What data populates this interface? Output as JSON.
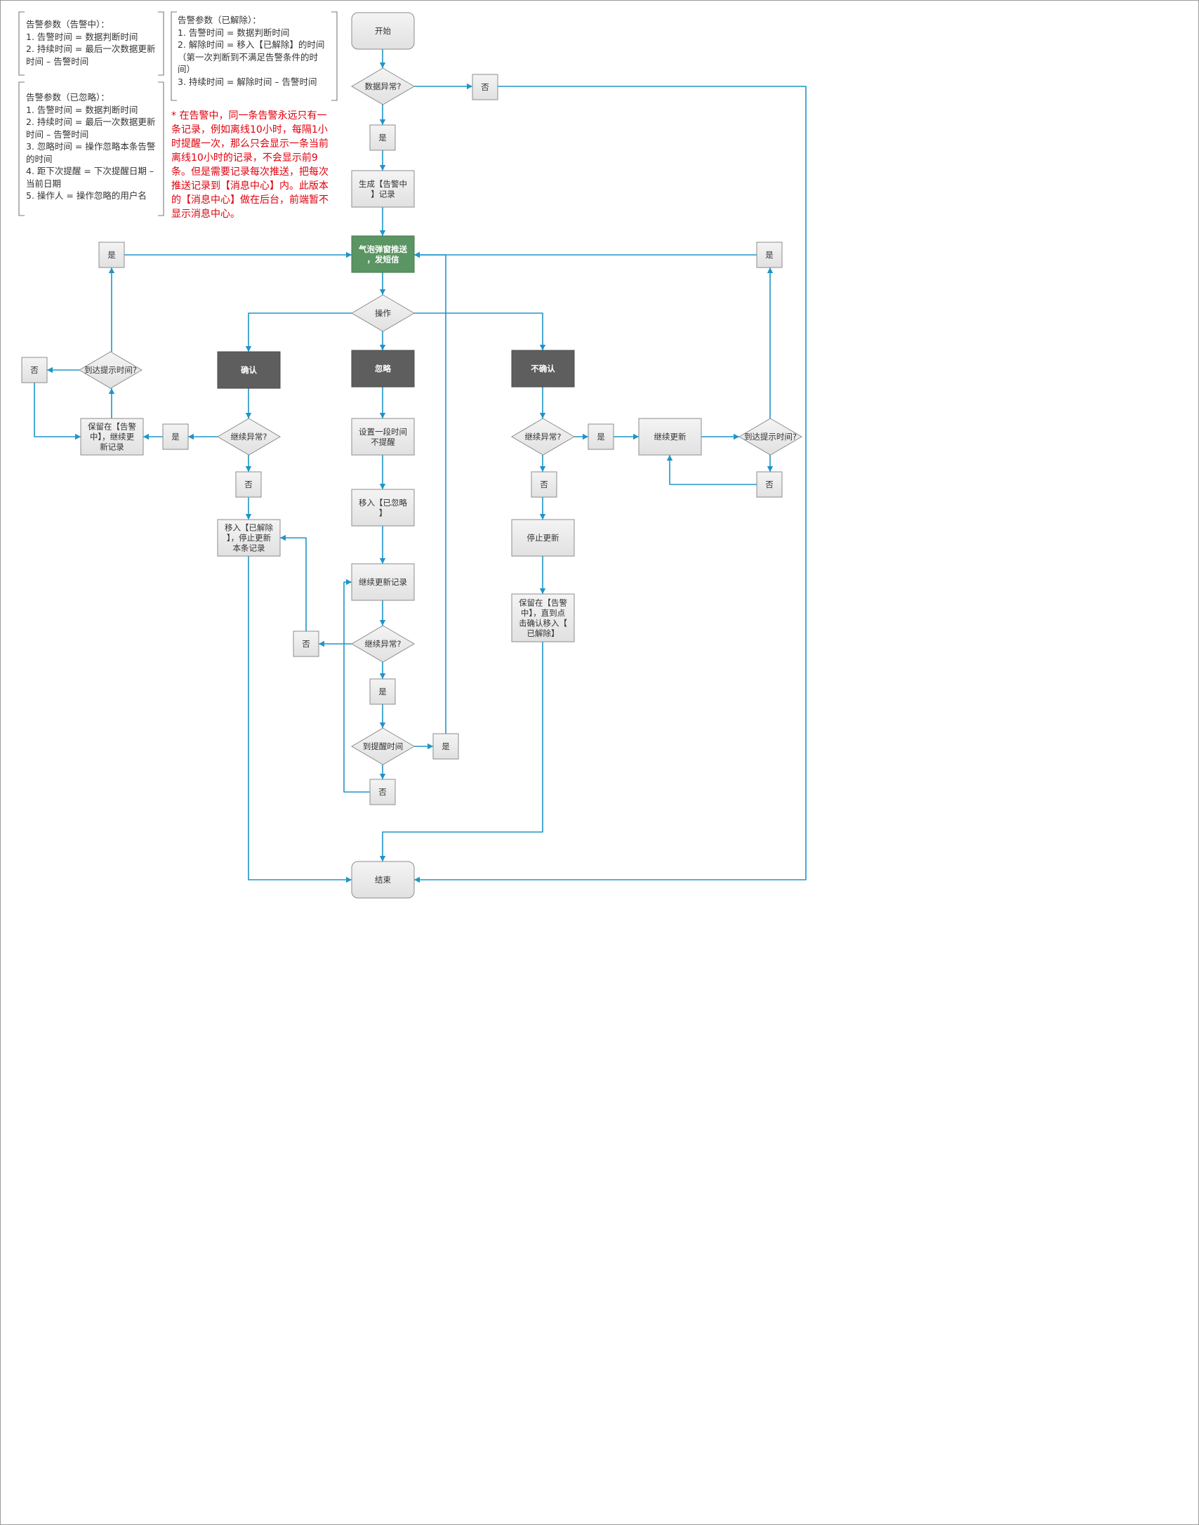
{
  "notes": {
    "alerting": "告警参数（告警中）：\n1. 告警时间 = 数据判断时间\n2. 持续时间 = 最后一次数据更新时间 – 告警时间",
    "ignored": "告警参数（已忽略）：\n1. 告警时间 = 数据判断时间\n2. 持续时间 = 最后一次数据更新时间 – 告警时间\n3. 忽略时间 = 操作忽略本条告警的时间\n4. 距下次提醒 = 下次提醒日期 – 当前日期\n5. 操作人 = 操作忽略的用户名",
    "resolved": "告警参数（已解除）：\n1. 告警时间 = 数据判断时间\n2. 解除时间 = 移入【已解除】的时间（第一次判断到不满足告警条件的时间）\n3. 持续时间 = 解除时间 – 告警时间",
    "remark": "* 在告警中，同一条告警永远只有一条记录，例如离线10小时，每隔1小时提醒一次，那么只会显示一条当前离线10小时的记录，不会显示前9条。但是需要记录每次推送，把每次推送记录到【消息中心】内。此版本的【消息中心】做在后台，前端暂不显示消息中心。"
  },
  "colors": {
    "edge": "#1e95c8",
    "box_fill": "#ececec",
    "dark_fill": "#5e5e5e",
    "green_fill": "#5a9563",
    "remark_text": "#e0000d"
  },
  "nodes": {
    "start": "开始",
    "data_abnormal": "数据异常?",
    "no_top": "否",
    "yes_1": "是",
    "gen_record": "生成【告警中】记录",
    "push": "气泡弹窗推送，发短信",
    "yes_left_top": "是",
    "yes_right_top": "是",
    "operation": "操作",
    "confirm": "确认",
    "ignore": "忽略",
    "not_confirm": "不确认",
    "reach_tip_left": "到达提示时间?",
    "no_far_left": "否",
    "keep_alerting_left": "保留在【告警中】，继续更新记录",
    "yes_left_mid": "是",
    "continue_abnormal_left": "继续异常?",
    "no_left": "否",
    "move_resolved": "移入【已解除】，停止更新本条记录",
    "set_period": "设置一段时间不提醒",
    "move_ignored": "移入【已忽略】",
    "continue_update_record": "继续更新记录",
    "no_mid_left": "否",
    "continue_abnormal_mid": "继续异常?",
    "yes_mid": "是",
    "reach_remind": "到提醒时间",
    "yes_mid_right": "是",
    "no_mid_bottom": "否",
    "continue_abnormal_right": "继续异常?",
    "yes_right_mid": "是",
    "continue_update": "继续更新",
    "reach_tip_right": "到达提示时间?",
    "no_right_a": "否",
    "no_right_b": "否",
    "stop_update": "停止更新",
    "keep_until_confirm": "保留在【告警中】，直到点击确认移入【已解除】",
    "end": "结束"
  }
}
